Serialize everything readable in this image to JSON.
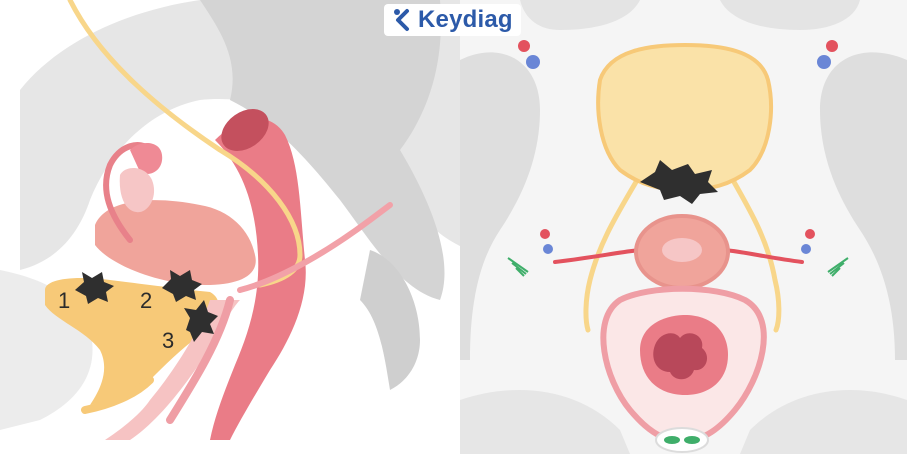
{
  "brand": {
    "name": "Keydiag",
    "color": "#2c5aa9",
    "icon": "k-chevron-icon"
  },
  "lesion_labels": [
    "1",
    "2",
    "3"
  ],
  "colors": {
    "bladder": "#f7c978",
    "bladder_light": "#fae2a8",
    "uterus": "#f0a49b",
    "cervix_ring": "#e8938c",
    "rectum": "#ea7c87",
    "rectum_inner": "#c4505e",
    "ureter": "#f8d68a",
    "lesion": "#2f2f2f",
    "artery": "#e3525e",
    "vein": "#6a86d6",
    "bone": "#d9d9d9",
    "soft_tissue": "#e9e9e9",
    "nerve_bundle": "#3fae6a"
  }
}
